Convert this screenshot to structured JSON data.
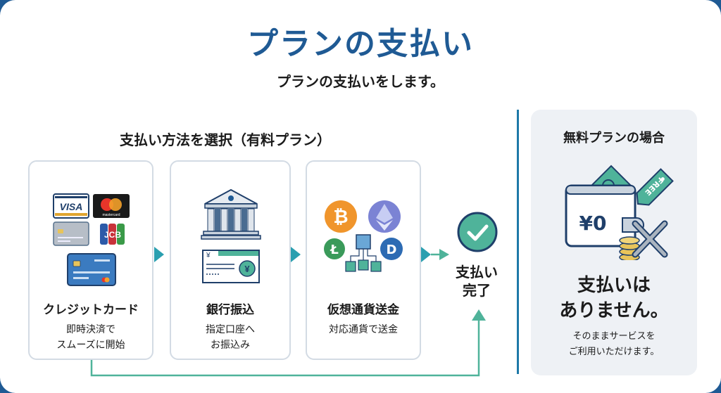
{
  "header": {
    "title": "プランの支払い",
    "subtitle": "プランの支払いをします。"
  },
  "paid_section": {
    "title": "支払い方法を選択（有料プラン）",
    "methods": [
      {
        "name": "クレジットカード",
        "desc_line1": "即時決済で",
        "desc_line2": "スムーズに開始",
        "icons": [
          "visa-card-icon",
          "mastercard-icon",
          "generic-card-icon",
          "jcb-icon",
          "credit-card-icon"
        ],
        "labels": {
          "visa": "VISA",
          "mastercard": "mastercard",
          "jcb": "JCB"
        }
      },
      {
        "name": "銀行振込",
        "desc_line1": "指定口座へ",
        "desc_line2": "お振込み",
        "icons": [
          "bank-icon",
          "bank-transfer-slip-icon"
        ],
        "labels": {
          "yen": "¥"
        }
      },
      {
        "name": "仮想通貨送金",
        "desc_line1": "対応通貨で送金",
        "desc_line2": "",
        "icons": [
          "bitcoin-icon",
          "ethereum-icon",
          "litecoin-icon",
          "dash-icon",
          "blockchain-icon"
        ],
        "labels": {
          "btc": "₿",
          "ltc": "Ł",
          "dash": "D"
        }
      }
    ],
    "completion": {
      "line1": "支払い",
      "line2": "完了",
      "icon": "check-circle-icon"
    }
  },
  "free_section": {
    "title": "無料プランの場合",
    "icon_labels": {
      "amount": "¥0",
      "tag": "FREE"
    },
    "main_line1": "支払いは",
    "main_line2": "ありません。",
    "sub_line1": "そのままサービスを",
    "sub_line2": "ご利用いただけます。"
  },
  "colors": {
    "brand_blue": "#1f5a94",
    "teal": "#4fb39a",
    "arrow_teal": "#2a9fb0",
    "divider": "#1e79a8"
  }
}
